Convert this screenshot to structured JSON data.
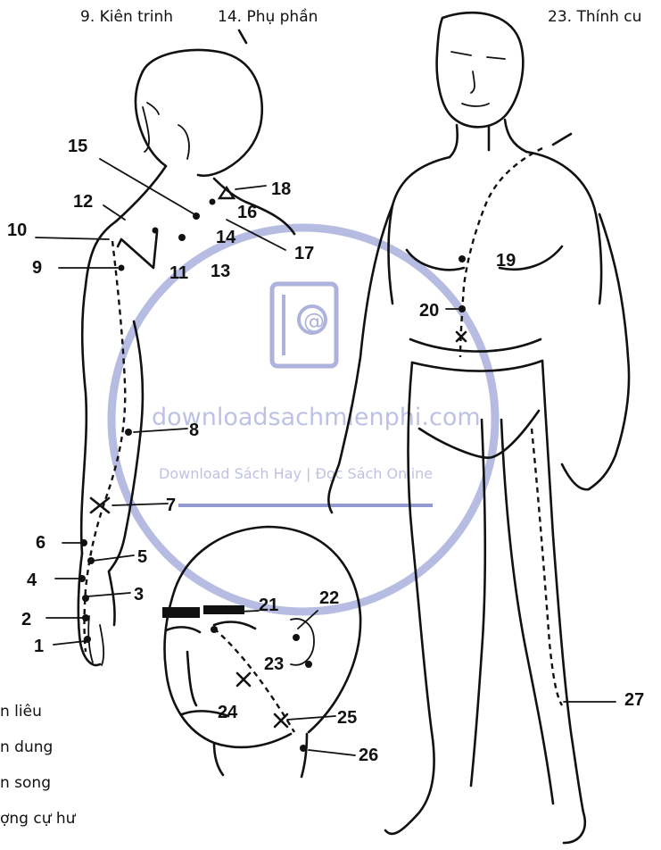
{
  "top_labels": [
    "9. Kiên trinh",
    "14. Phụ phần",
    "23. Thính cu"
  ],
  "left_partial_labels": [
    "n liêu",
    "n dung",
    "n song",
    "ợng cự hư"
  ],
  "point_numbers": [
    "1",
    "2",
    "3",
    "4",
    "5",
    "6",
    "7",
    "8",
    "9",
    "10",
    "11",
    "12",
    "13",
    "14",
    "15",
    "16",
    "17",
    "18",
    "19",
    "20",
    "21",
    "22",
    "23",
    "24",
    "25",
    "26",
    "27"
  ],
  "watermark": {
    "domain": "downloadsachmienphi.com",
    "tagline": "Download Sách Hay | Đọc Sách Online",
    "icon": "address-book-icon",
    "color": "#9fa6d8"
  }
}
